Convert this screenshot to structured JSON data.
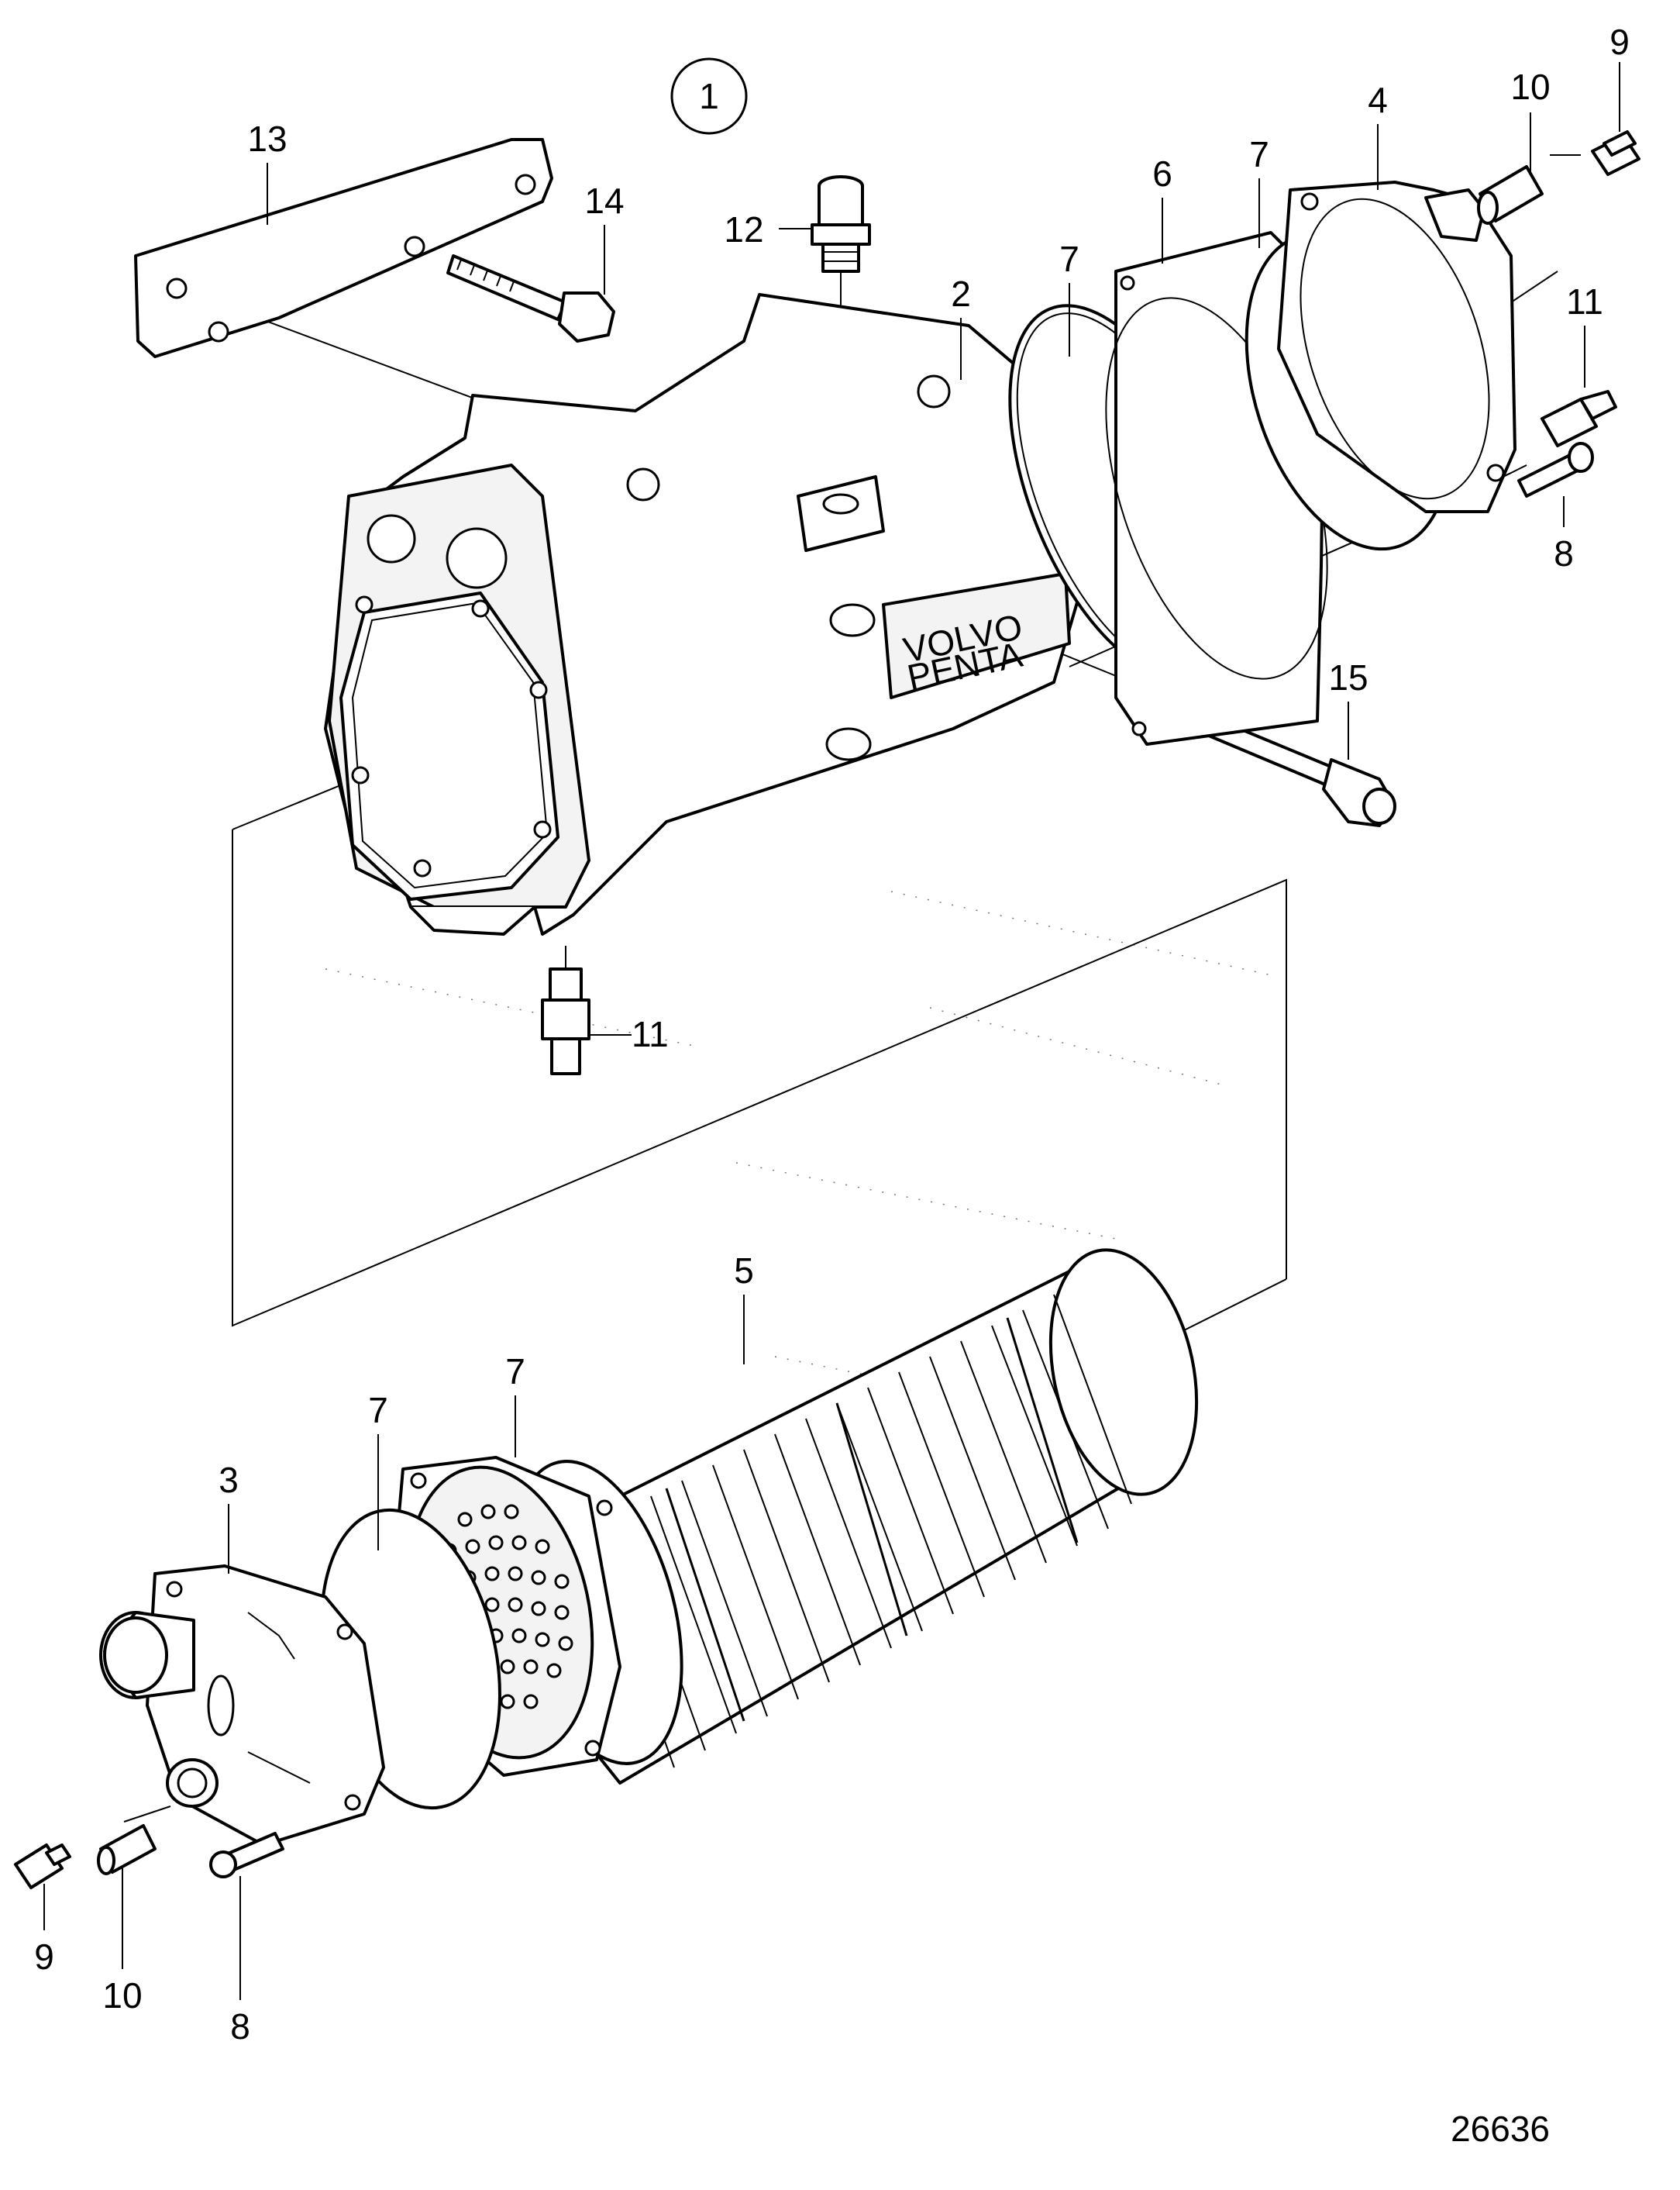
{
  "diagram": {
    "group_number": "1",
    "drawing_number": "26636",
    "brand_plate": [
      "VOLVO",
      "PENTA"
    ],
    "part_labels": {
      "p2": "2",
      "p3": "3",
      "p4": "4",
      "p5": "5",
      "p6": "6",
      "p7a": "7",
      "p7b": "7",
      "p7c": "7",
      "p7d": "7",
      "p8a": "8",
      "p8b": "8",
      "p9a": "9",
      "p9b": "9",
      "p10a": "10",
      "p10b": "10",
      "p11a": "11",
      "p11b": "11",
      "p12": "12",
      "p13": "13",
      "p14": "14",
      "p15": "15"
    }
  }
}
